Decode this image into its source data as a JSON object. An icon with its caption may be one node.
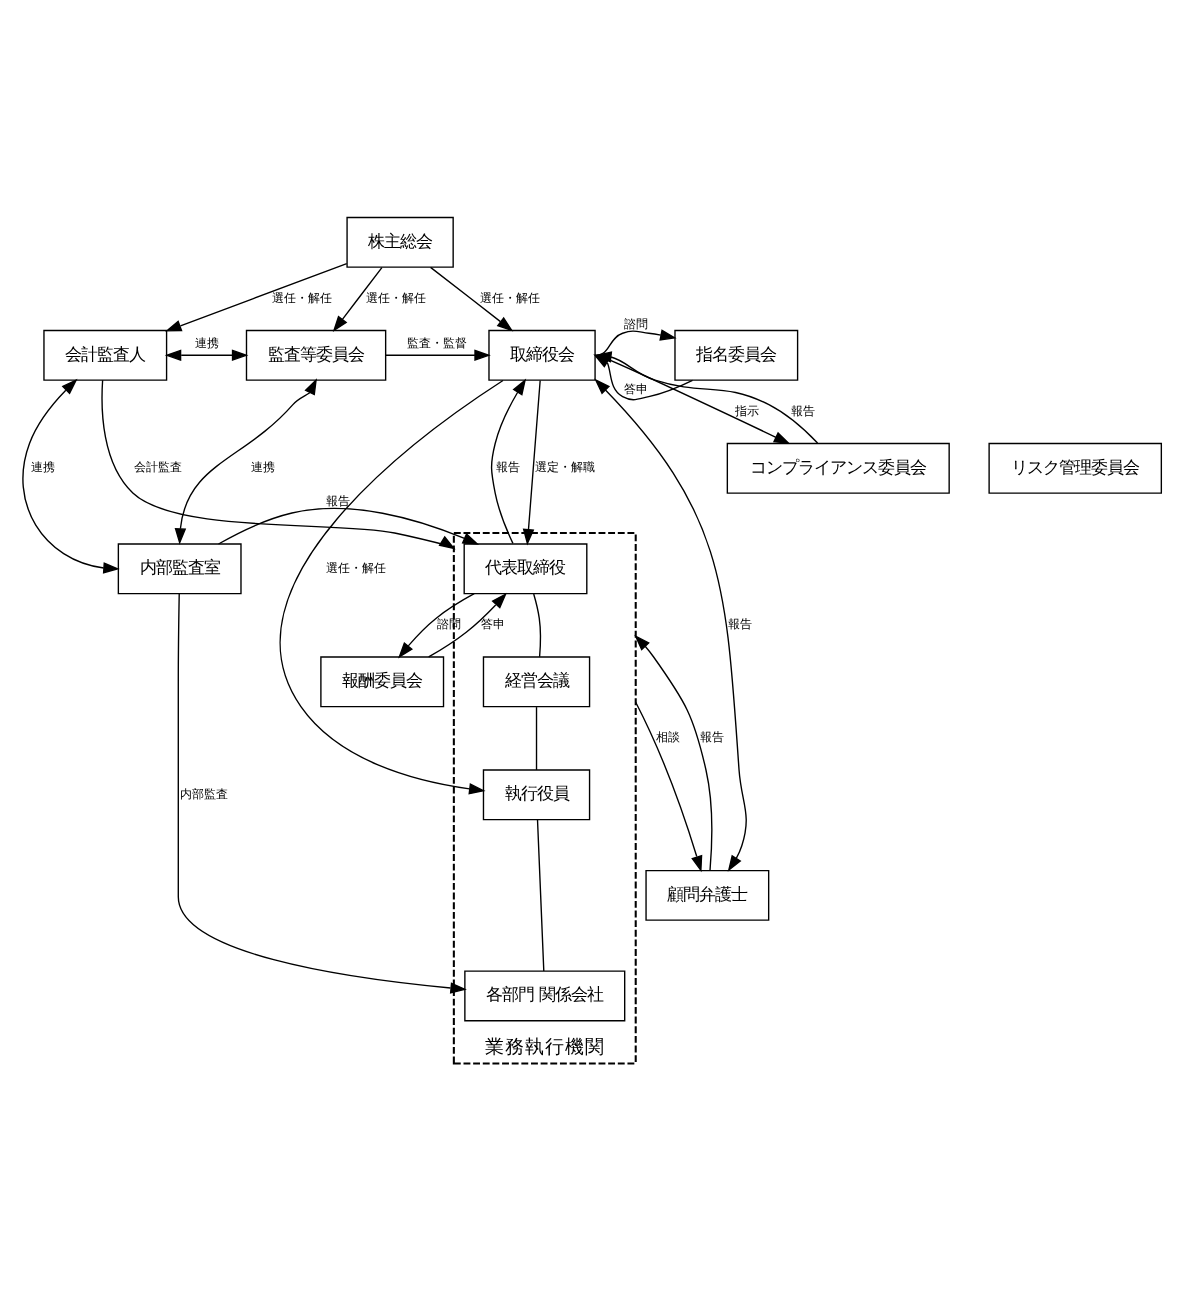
{
  "diagram": {
    "nodes": [
      {
        "text": [
          "株主総会"
        ]
      },
      {
        "text": [
          "会計監査人"
        ]
      },
      {
        "text": [
          "監査等委員会"
        ]
      },
      {
        "text": [
          "取締役会"
        ]
      },
      {
        "text": [
          "指名委員会"
        ]
      },
      {
        "text": [
          "コンプライアンス委員会"
        ]
      },
      {
        "text": [
          "リスク管理委員会"
        ]
      },
      {
        "text": [
          "業務執行機関"
        ]
      },
      {
        "text": [
          "内部監査室"
        ]
      },
      {
        "text": [
          "代表取締役"
        ],
        "in": 7
      },
      {
        "text": [
          "経営会議"
        ],
        "in": 7
      },
      {
        "text": [
          "執行役員"
        ],
        "in": 7
      },
      {
        "text": [
          "各部門 関係会社"
        ],
        "in": 7
      },
      {
        "text": [
          "報酬委員会"
        ]
      },
      {
        "text": [
          "顧問弁護士"
        ]
      }
    ],
    "edges": [
      {
        "from": 0,
        "to": 1,
        "arrow": "to",
        "label": "選任・解任"
      },
      {
        "from": 0,
        "to": 2,
        "arrow": "to",
        "label": "選任・解任"
      },
      {
        "from": 0,
        "to": 3,
        "arrow": "to",
        "label": "選任・解任"
      },
      {
        "from": 1,
        "to": 2,
        "arrow": "both",
        "label": "連携"
      },
      {
        "from": 2,
        "to": 3,
        "arrow": "to",
        "label": "監査・監督"
      },
      {
        "from": 3,
        "to": 4,
        "arrow": "to",
        "label": "諮問"
      },
      {
        "from": 4,
        "to": 3,
        "arrow": "to",
        "label": "答申"
      },
      {
        "from": 3,
        "to": 5,
        "arrow": "to",
        "label": "指示"
      },
      {
        "from": 5,
        "to": 3,
        "arrow": "to",
        "label": "報告"
      },
      {
        "from": 2,
        "to": 8,
        "arrow": "both",
        "label": "連携"
      },
      {
        "from": 1,
        "to": 7,
        "arrow": "to",
        "label": "会計監査"
      },
      {
        "from": 1,
        "to": 8,
        "arrow": "both",
        "label": "連携"
      },
      {
        "from": 8,
        "to": 9,
        "arrow": "to",
        "label": "報告"
      },
      {
        "from": 3,
        "to": 9,
        "arrow": "to",
        "label": "選定・解職"
      },
      {
        "from": 9,
        "to": 3,
        "arrow": "to",
        "label": "報告"
      },
      {
        "from": 3,
        "to": 11,
        "arrow": "to",
        "label": "選任・解任"
      },
      {
        "from": 14,
        "to": 3,
        "arrow": "both",
        "label": "報告"
      },
      {
        "from": 9,
        "to": 13,
        "arrow": "to",
        "label": "諮問"
      },
      {
        "from": 13,
        "to": 9,
        "arrow": "to",
        "label": "答申"
      },
      {
        "from": 9,
        "to": 10,
        "arrow": "none"
      },
      {
        "from": 10,
        "to": 11,
        "arrow": "none"
      },
      {
        "from": 11,
        "to": 12,
        "arrow": "none"
      },
      {
        "from": 8,
        "to": 12,
        "arrow": "to",
        "label": "内部監査"
      },
      {
        "from": 7,
        "to": 14,
        "arrow": "to",
        "label": "相談"
      },
      {
        "from": 14,
        "to": 7,
        "arrow": "to",
        "label": "報告"
      }
    ]
  }
}
